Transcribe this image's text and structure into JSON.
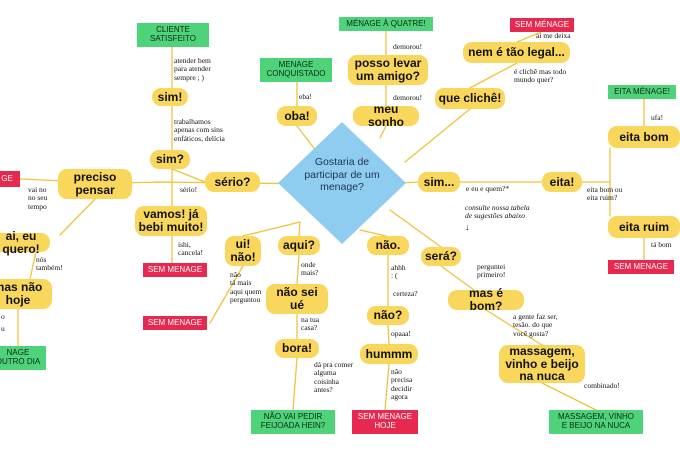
{
  "center": {
    "text": "Gostaria de\nparticipar de um\nmenage?",
    "color": "#8fcdf0"
  },
  "colors": {
    "node": "#f9d65c",
    "line": "#f0c33c",
    "green": "#4ed37a",
    "red": "#e8294f"
  },
  "nodes": {
    "sim1": "sim!",
    "sim2": "sim?",
    "vamos": "vamos! já\nbebi muito!",
    "serio": "sério?",
    "preciso": "preciso\npensar",
    "aieu": "ai, eu quero!",
    "masnao": "mas não\nhoje",
    "oba": "oba!",
    "amigo": "posso levar\num amigo?",
    "sonho": "meu sonho",
    "legal": "nem é tão legal...",
    "cliche": "que clichê!",
    "simdots": "sim...",
    "eita": "eita!",
    "eitabom": "eita bom",
    "eitaruim": "eita ruim",
    "uinao": "ui!\nnão!",
    "aqui": "aqui?",
    "naosei": "não sei\nué",
    "bora": "bora!",
    "nao": "não.",
    "nao2": "não?",
    "hummm": "hummm",
    "sera": "será?",
    "masebom": "mas é bom?",
    "massagem": "massagem,\nvinho e beijo\nna nuca"
  },
  "tags": {
    "cliente": "CLIENTE\nSATISFEITO",
    "quatre": "MÉNAGE À QUATRE!",
    "conquistado": "MENAGE\nCONQUISTADO",
    "sem_top": "SEM MÉNAGE",
    "eita_menage": "EITA MÉNAGE!",
    "sem_right": "SEM MENAGE",
    "massagem_final": "MASSAGEM, VINHO\nE BEIJO NA NUCA",
    "sem_hoje": "SEM MENAGE\nHOJE",
    "feijoada": "NÃO VAI PEDIR\nFEIJOADA HEIN?",
    "sem_mid": "SEM MENAGE",
    "sem_left": "SEM MENAGE",
    "menage_dia": "NAGE\nOUTRO DIA",
    "ge": "GE"
  },
  "labels": {
    "atender": "atender bem\npara atender\nsempre ; )",
    "trabalhamos": "trabalhamos\napenas com sins\nenfáticos, delícia",
    "serio_lbl": "sério!",
    "ishi": "ishi,\ncancela!",
    "vainao": "vai no\nno seu\ntempo",
    "nos": "nós\ntambém!",
    "left_o": "o",
    "left_u": "u",
    "eba": "eba!",
    "demorou1": "demorou!",
    "demorou2": "demorou!",
    "aimedeixa": "ai me deixa",
    "echiche": "é clichê mas todo\nmundo quer?",
    "equem": "e eu e quem?*",
    "consulte": "consulte nossa tabela\nde sugestões abaixo",
    "arrow": "↓",
    "eitabomou": "eita bom ou\neita ruim?",
    "ufa": "ufa!",
    "tabom": "tá bom",
    "naotamais": "não\ntá mais\naqui quem\nperguntou",
    "ondemais": "onde\nmais?",
    "natuacasa": "na tua\ncasa?",
    "dapracomer": "dá pra comer\nalguma\ncoisinha\nantes?",
    "ahhh": "ahhh\n: (",
    "certeza": "certeza?",
    "opaaa": "opaaa!",
    "naoprecisa": "não\nprecisa\ndecidir\nagora",
    "perguntei": "perguntei\nprimeiro!",
    "agente": "a gente faz ser,\ntesão. do que\nvocê gosta?",
    "combinado": "combinado!"
  }
}
